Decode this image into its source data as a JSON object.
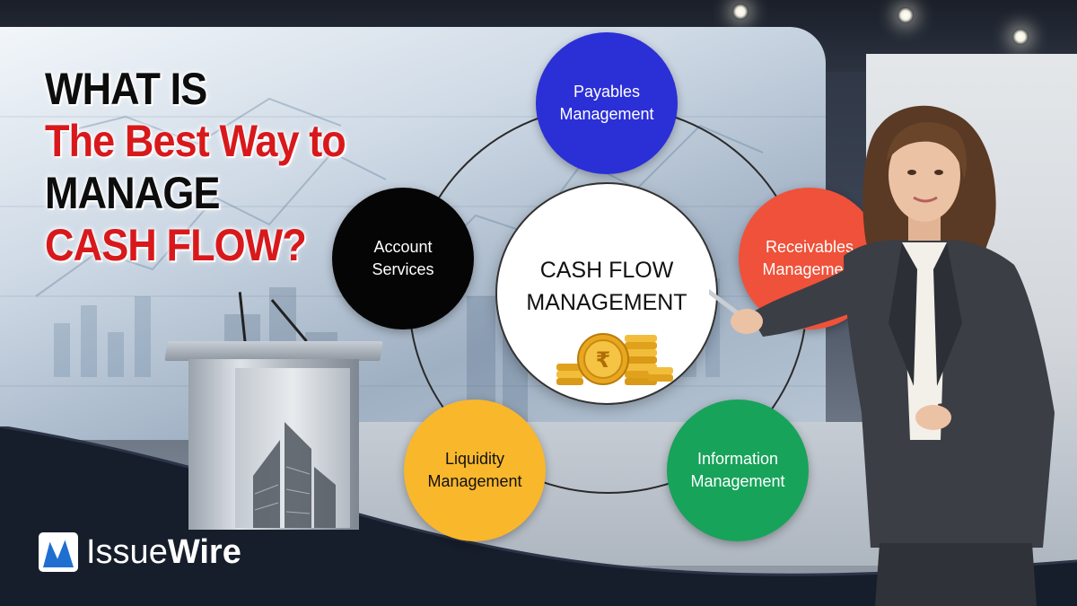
{
  "headline": {
    "line1": "WHAT IS",
    "line2": "The Best Way to",
    "line3": "MANAGE",
    "line4": "CASH FLOW?"
  },
  "diagram": {
    "center": {
      "line1": "CASH FLOW",
      "line2": "MANAGEMENT",
      "icon": "rupee-coins-icon"
    },
    "nodes": [
      {
        "id": "payables",
        "line1": "Payables",
        "line2": "Management",
        "color": "#2b2fd6",
        "text_color": "#ffffff"
      },
      {
        "id": "receivables",
        "line1": "Receivables",
        "line2": "Management",
        "color": "#f0513a",
        "text_color": "#ffffff"
      },
      {
        "id": "information",
        "line1": "Information",
        "line2": "Management",
        "color": "#17a35a",
        "text_color": "#ffffff"
      },
      {
        "id": "liquidity",
        "line1": "Liquidity",
        "line2": "Management",
        "color": "#f9b72c",
        "text_color": "#111111"
      },
      {
        "id": "account",
        "line1": "Account",
        "line2": "Services",
        "color": "#050505",
        "text_color": "#ffffff"
      }
    ]
  },
  "brand": {
    "name_part1": "Issue",
    "name_part2": "Wire",
    "icon": "issuewire-logo-icon",
    "accent": "#1f6fd1"
  },
  "colors": {
    "headline_red": "#d8191c",
    "headline_black": "#0d0d0d",
    "footer": "#161d2b"
  }
}
